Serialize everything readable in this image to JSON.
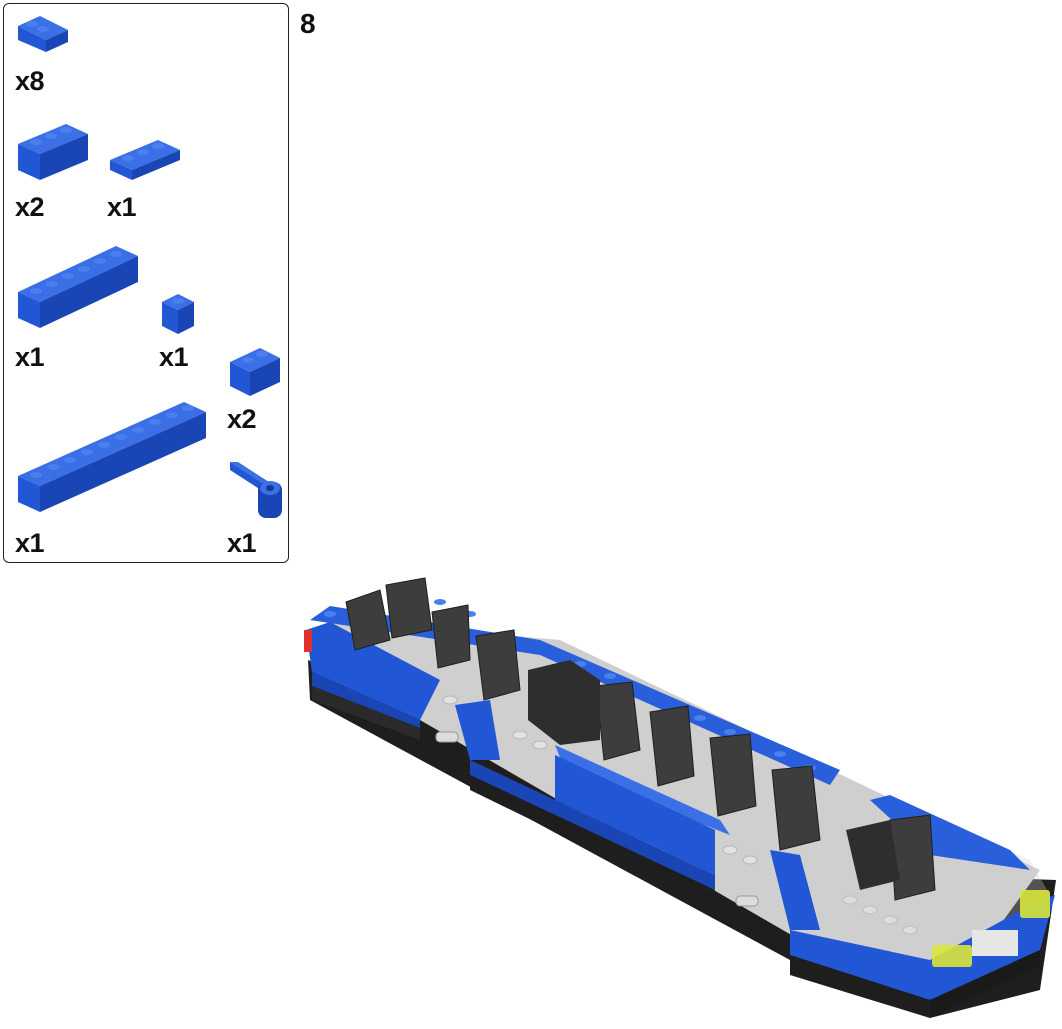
{
  "step": {
    "number": "8"
  },
  "parts_list": {
    "items": [
      {
        "name": "slope-brick-1x2",
        "color": "#2156d4",
        "qty": "x8"
      },
      {
        "name": "brick-1x3",
        "color": "#2156d4",
        "qty": "x2"
      },
      {
        "name": "plate-1x3",
        "color": "#2156d4",
        "qty": "x1"
      },
      {
        "name": "brick-1x6",
        "color": "#2156d4",
        "qty": "x1"
      },
      {
        "name": "brick-1x1",
        "color": "#2156d4",
        "qty": "x1"
      },
      {
        "name": "brick-1x2",
        "color": "#2156d4",
        "qty": "x2"
      },
      {
        "name": "brick-1x10",
        "color": "#2156d4",
        "qty": "x1"
      },
      {
        "name": "plate-1x2-with-clip",
        "color": "#2156d4",
        "qty": "x1"
      }
    ]
  },
  "colors": {
    "blue": "#2156d4",
    "light_gray": "#c9c9c9",
    "dark_gray": "#3a3a3a",
    "black": "#1a1a1a",
    "trans_yellow": "#d8e63a",
    "red": "#e03030"
  }
}
